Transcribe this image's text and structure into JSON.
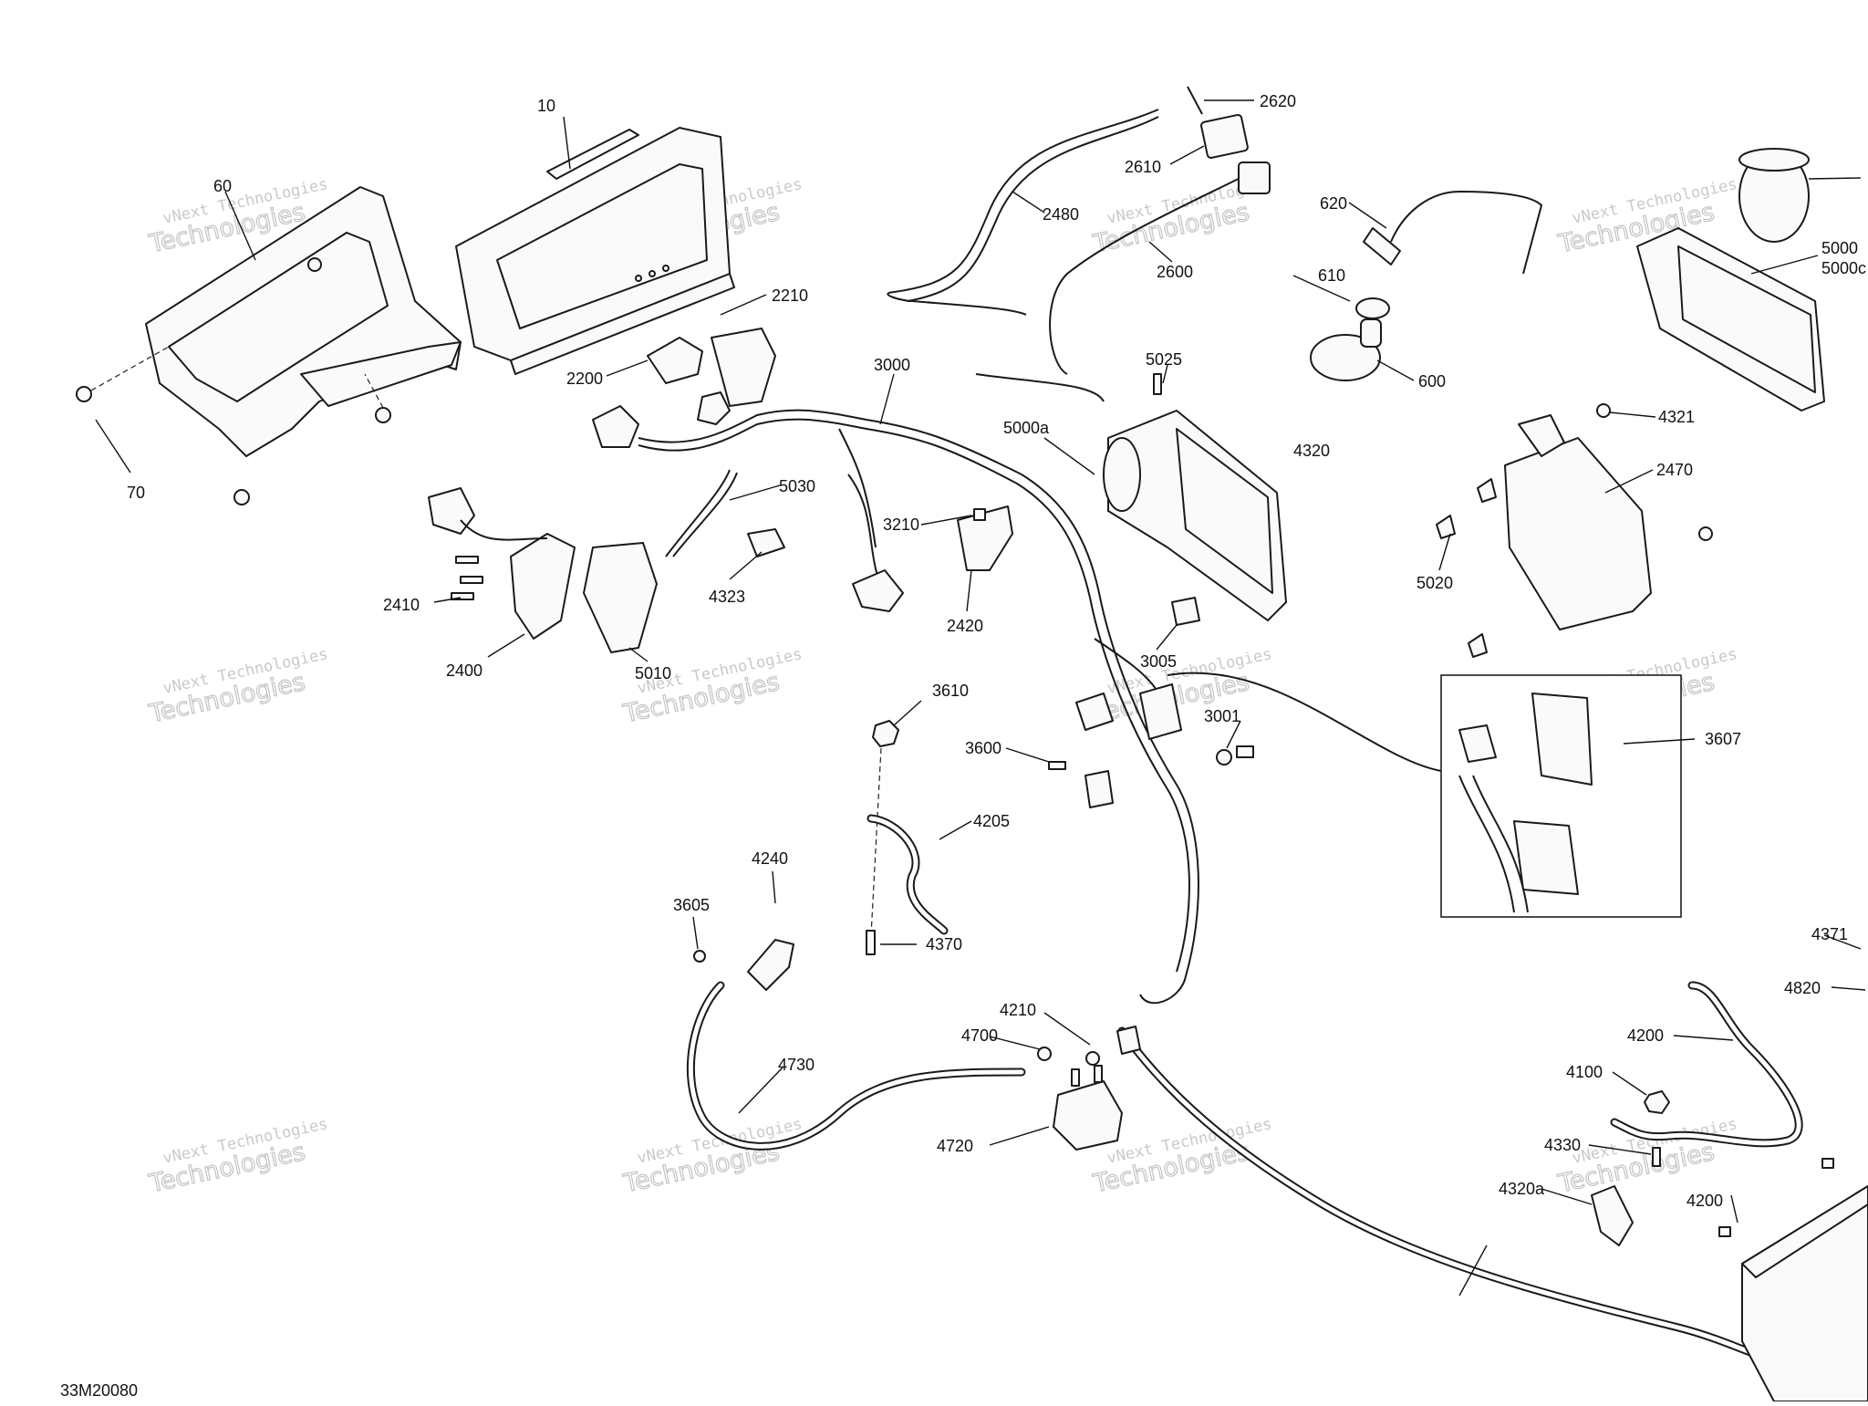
{
  "diagram_code": "33M20080",
  "watermark": {
    "line1": "vNext Technologies",
    "line2": "Technologies"
  },
  "callouts": [
    "10",
    "60",
    "70",
    "2620",
    "2610",
    "2480",
    "2600",
    "620",
    "610",
    "600",
    "5000",
    "5000c",
    "2210",
    "2200",
    "3000",
    "5025",
    "5000a",
    "4321",
    "4320",
    "2470",
    "5030",
    "3210",
    "4323",
    "5020",
    "2420",
    "2410",
    "2400",
    "5010",
    "3005",
    "3001",
    "3607",
    "3610",
    "3600",
    "4205",
    "4240",
    "3605",
    "4370",
    "4371",
    "4820",
    "4210",
    "4700",
    "4200",
    "4730",
    "4100",
    "4720",
    "4330",
    "4320a",
    "4200"
  ]
}
